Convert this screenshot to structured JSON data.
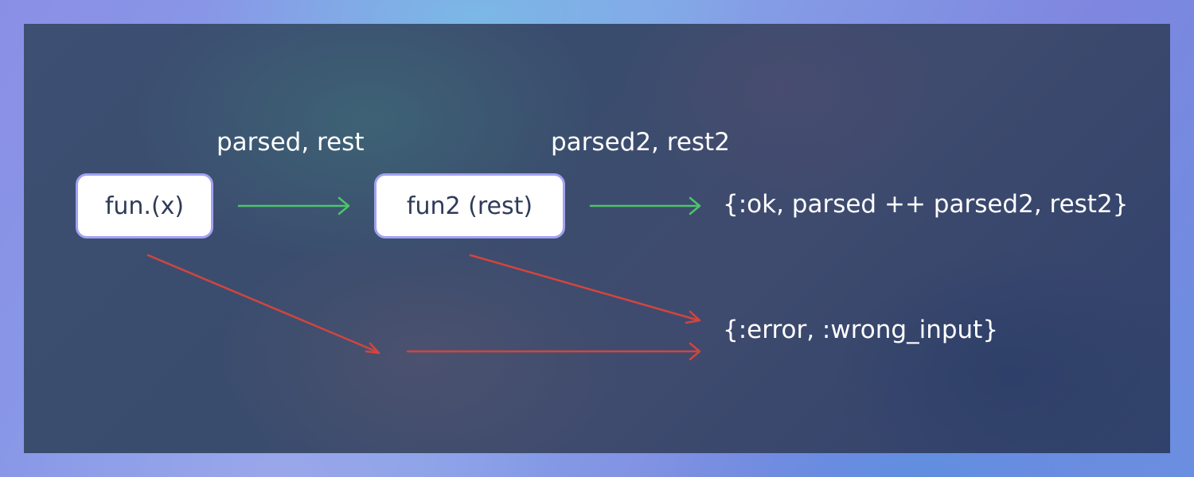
{
  "nodes": {
    "fun": "fun.(x)",
    "fun2": "fun2 (rest)"
  },
  "edge_labels": {
    "first": "parsed, rest",
    "second": "parsed2, rest2"
  },
  "results": {
    "ok": "{:ok, parsed ++ parsed2, rest2}",
    "error": "{:error, :wrong_input}"
  },
  "colors": {
    "success_arrow": "#4cc56a",
    "error_arrow": "#d2453e",
    "node_border": "#a3a2f0"
  }
}
